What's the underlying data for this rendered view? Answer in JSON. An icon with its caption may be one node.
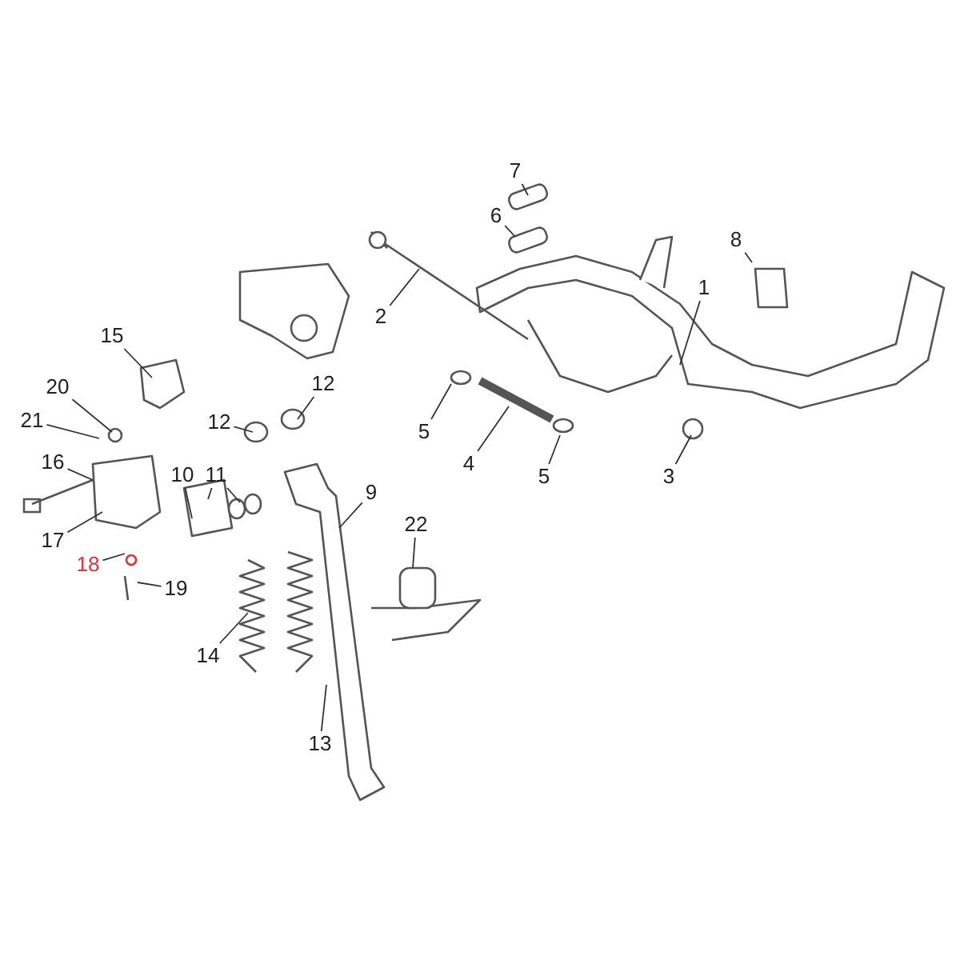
{
  "diagram": {
    "nodes": [
      {
        "text": [
          "1"
        ]
      },
      {
        "text": [
          "2"
        ]
      },
      {
        "text": [
          "3"
        ]
      },
      {
        "text": [
          "4"
        ]
      },
      {
        "text": [
          "5"
        ]
      },
      {
        "text": [
          "5"
        ]
      },
      {
        "text": [
          "6"
        ]
      },
      {
        "text": [
          "7"
        ]
      },
      {
        "text": [
          "8"
        ]
      },
      {
        "text": [
          "9"
        ]
      },
      {
        "text": [
          "10"
        ]
      },
      {
        "text": [
          "11"
        ]
      },
      {
        "text": [
          "12"
        ]
      },
      {
        "text": [
          "12"
        ]
      },
      {
        "text": [
          "13"
        ]
      },
      {
        "text": [
          "14"
        ]
      },
      {
        "text": [
          "15"
        ]
      },
      {
        "text": [
          "16"
        ]
      },
      {
        "text": [
          "17"
        ]
      },
      {
        "text": [
          "18"
        ]
      },
      {
        "text": [
          "19"
        ]
      },
      {
        "text": [
          "20"
        ]
      },
      {
        "text": [
          "21"
        ]
      },
      {
        "text": [
          "22"
        ]
      }
    ],
    "edges": [
      {
        "from": 0,
        "to": null,
        "arrow": "none"
      },
      {
        "from": 1,
        "to": null,
        "arrow": "none"
      },
      {
        "from": 2,
        "to": null,
        "arrow": "none"
      },
      {
        "from": 3,
        "to": null,
        "arrow": "none"
      },
      {
        "from": 4,
        "to": null,
        "arrow": "none"
      },
      {
        "from": 5,
        "to": null,
        "arrow": "none"
      },
      {
        "from": 6,
        "to": null,
        "arrow": "none"
      },
      {
        "from": 7,
        "to": null,
        "arrow": "none"
      },
      {
        "from": 8,
        "to": null,
        "arrow": "none"
      },
      {
        "from": 9,
        "to": null,
        "arrow": "none"
      },
      {
        "from": 10,
        "to": null,
        "arrow": "none"
      },
      {
        "from": 11,
        "to": null,
        "arrow": "none"
      },
      {
        "from": 11,
        "to": null,
        "arrow": "none"
      },
      {
        "from": 12,
        "to": null,
        "arrow": "none"
      },
      {
        "from": 13,
        "to": null,
        "arrow": "none"
      },
      {
        "from": 14,
        "to": null,
        "arrow": "none"
      },
      {
        "from": 15,
        "to": null,
        "arrow": "none"
      },
      {
        "from": 16,
        "to": null,
        "arrow": "none"
      },
      {
        "from": 17,
        "to": null,
        "arrow": "none"
      },
      {
        "from": 18,
        "to": null,
        "arrow": "none"
      },
      {
        "from": 19,
        "to": null,
        "arrow": "none"
      },
      {
        "from": 20,
        "to": null,
        "arrow": "none"
      },
      {
        "from": 21,
        "to": null,
        "arrow": "none"
      },
      {
        "from": 22,
        "to": null,
        "arrow": "none"
      },
      {
        "from": 23,
        "to": null,
        "arrow": "none"
      }
    ]
  }
}
